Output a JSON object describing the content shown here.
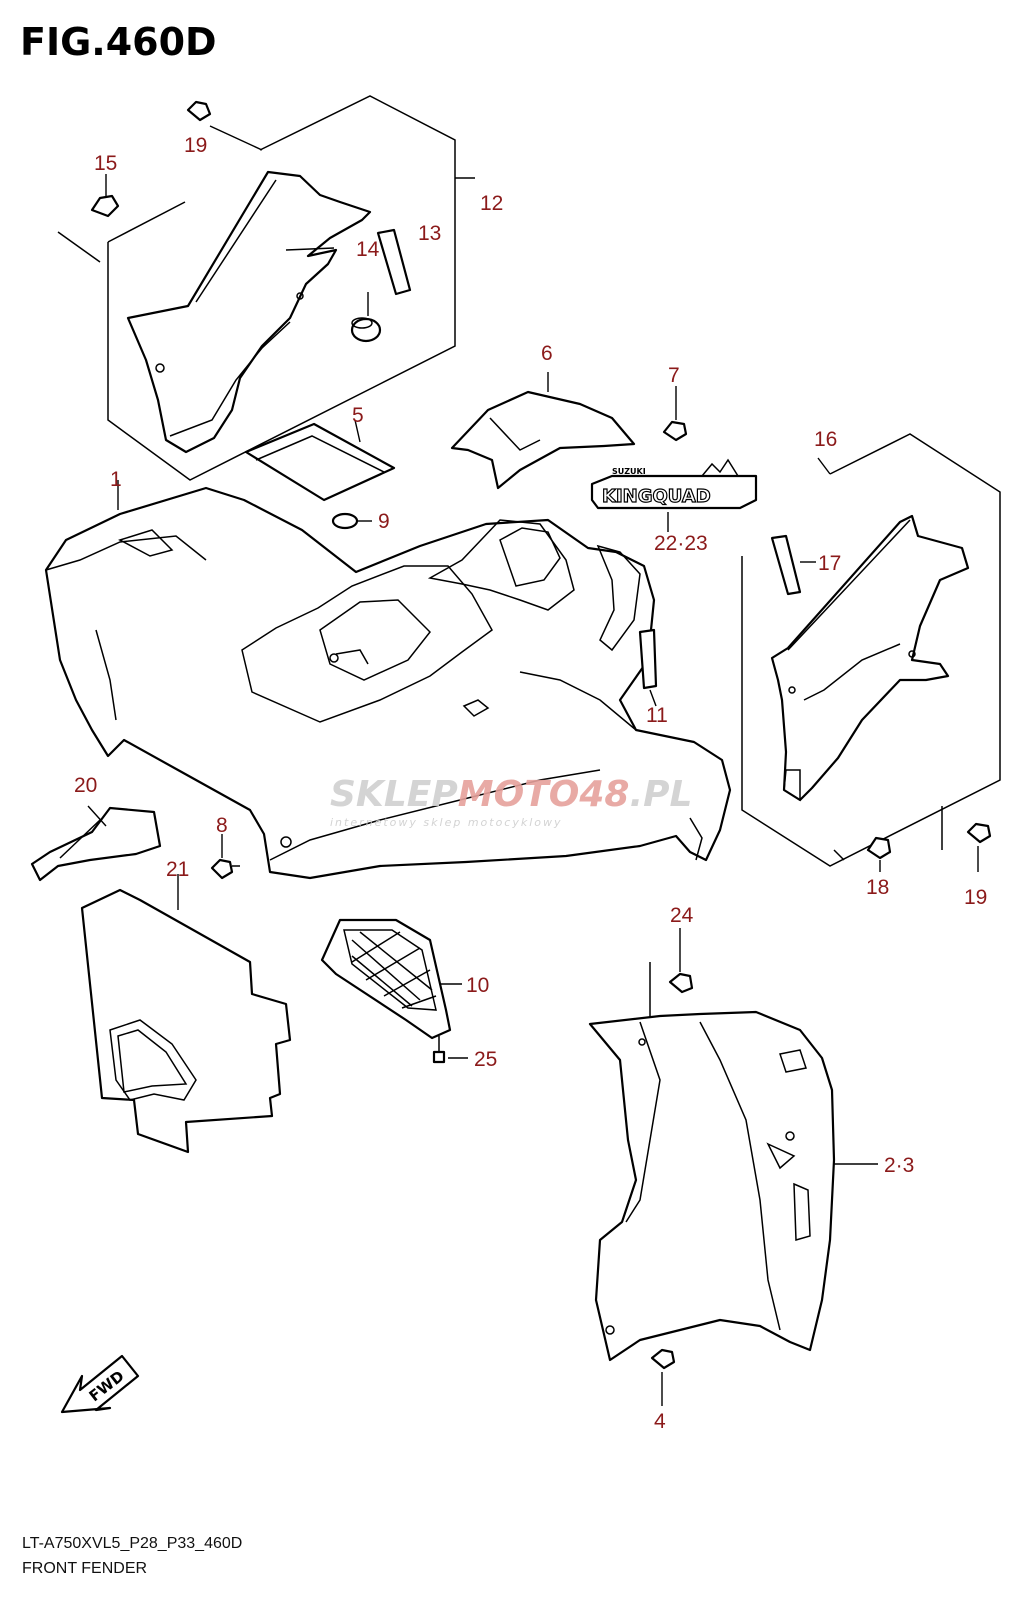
{
  "figure": {
    "title": "FIG.460D",
    "model_code": "LT-A750XVL5_P28_P33_460D",
    "section_name": "FRONT FENDER"
  },
  "colors": {
    "label": "#8b1a1a",
    "line": "#000000",
    "watermark_red": "#d9251c",
    "watermark_gray": "#c8c8c8"
  },
  "watermark": {
    "brand_a": "SKLEP",
    "brand_b": "MOTO",
    "brand_c": "48",
    "brand_d": ".PL",
    "tagline": "internetowy sklep motocyklowy"
  },
  "decal": {
    "small_text": "SUZUKI",
    "main_text": "KINGQUAD"
  },
  "fwd_label": "FWD",
  "callouts": {
    "p1": "1",
    "p2_3": "2·3",
    "p4": "4",
    "p5": "5",
    "p6": "6",
    "p7": "7",
    "p8": "8",
    "p9": "9",
    "p10": "10",
    "p11": "11",
    "p12": "12",
    "p13": "13",
    "p14": "14",
    "p15": "15",
    "p16": "16",
    "p17": "17",
    "p18": "18",
    "p19a": "19",
    "p19b": "19",
    "p20": "20",
    "p21": "21",
    "p22_23": "22·23",
    "p24": "24",
    "p25": "25"
  }
}
